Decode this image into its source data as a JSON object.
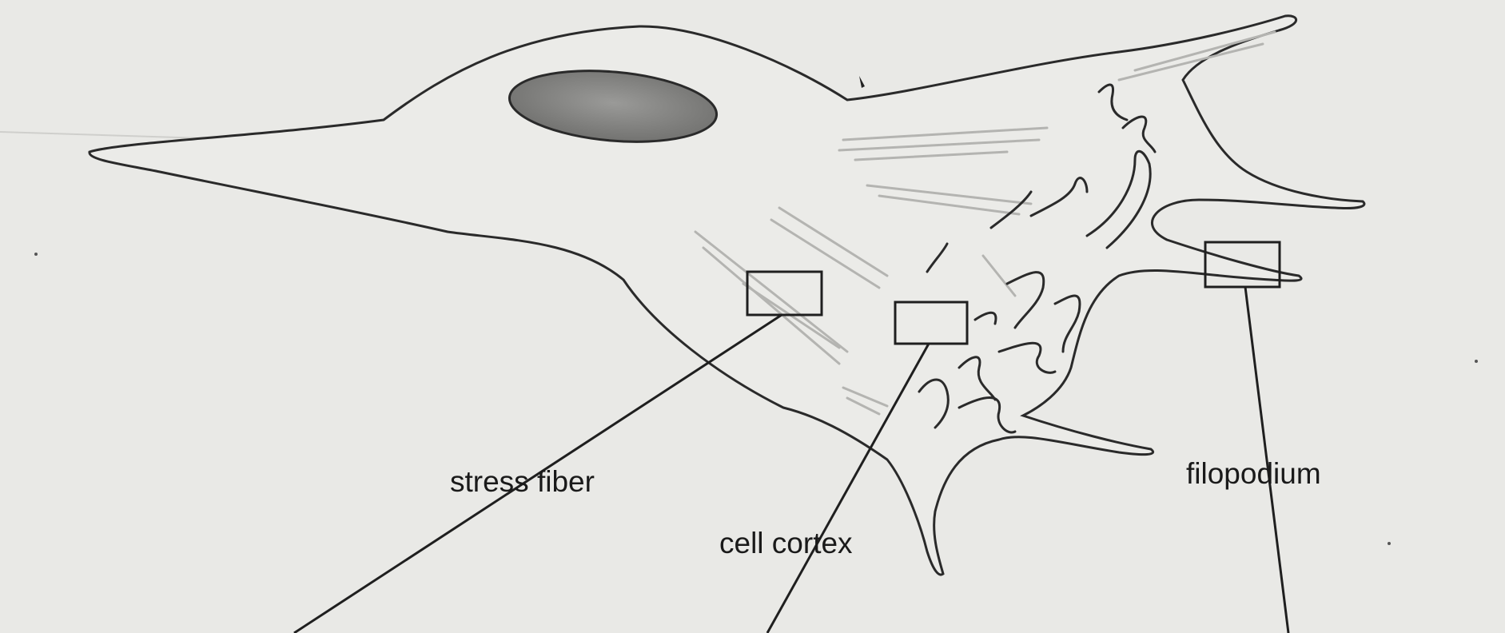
{
  "labels": {
    "stress_fiber": "stress fiber",
    "cell_cortex": "cell cortex",
    "filopodium": "filopodium"
  },
  "colors": {
    "background": "#e9e9e6",
    "outline": "#2a2a2a",
    "nucleus": "#8c8c8a",
    "fibers": "#b8b8b5"
  }
}
